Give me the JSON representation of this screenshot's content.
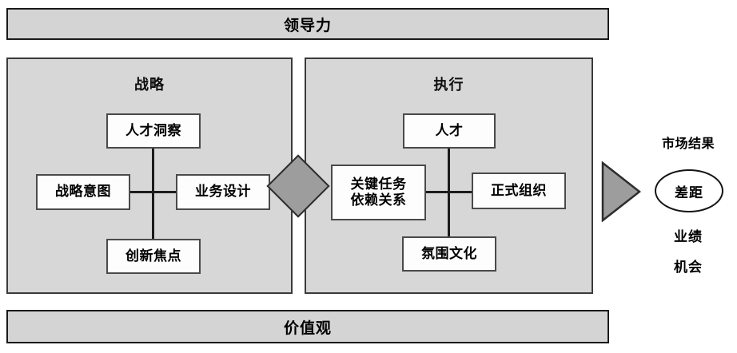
{
  "diagram": {
    "title_top": "领导力",
    "title_bottom": "价值观",
    "panels": {
      "strategy": {
        "title": "战略",
        "nodes": {
          "talent_insight": "人才洞察",
          "strategic_intent": "战略意图",
          "business_design": "业务设计",
          "innovation_focus": "创新焦点"
        }
      },
      "execution": {
        "title": "执行",
        "nodes": {
          "talent": "人才",
          "key_task_dependency_line1": "关键任务",
          "key_task_dependency_line2": "依赖关系",
          "formal_organization": "正式组织",
          "culture_atmosphere": "氛围文化"
        }
      }
    },
    "outcome": {
      "heading": "市场结果",
      "gap": "差距",
      "performance": "业绩",
      "opportunity": "机会"
    },
    "colors": {
      "banner_fill": "#d4d4d4",
      "panel_fill": "#d7d7d7",
      "node_fill": "#fdfdfd",
      "connector_fill": "#9d9d9d",
      "outline": "#1a1a1a",
      "text": "#000000",
      "background": "#ffffff"
    }
  }
}
